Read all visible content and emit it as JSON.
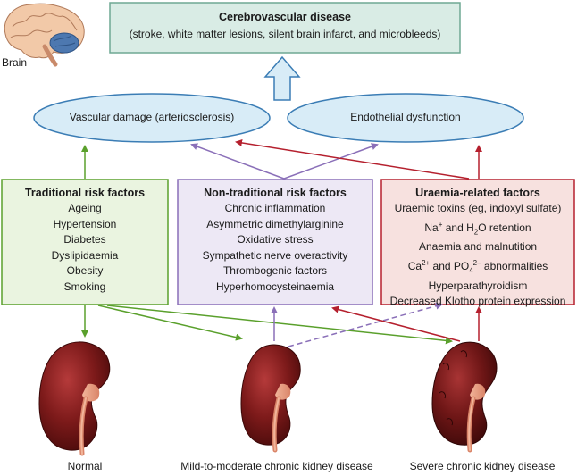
{
  "colors": {
    "green": "#5aa02c",
    "green_fill": "#eaf4e0",
    "purple": "#8a6fb8",
    "purple_fill": "#ede8f5",
    "red": "#b5202e",
    "red_fill": "#f7e1df",
    "teal_fill": "#d9ece5",
    "teal_border": "#6fa894",
    "ellipse_fill": "#d8ecf7",
    "ellipse_border": "#3b7db5"
  },
  "brain": {
    "label": "Brain",
    "icon": "brain-icon"
  },
  "top_box": {
    "title": "Cerebrovascular disease",
    "subtitle": "(stroke, white matter lesions, silent brain infarct, and microbleeds)"
  },
  "ellipses": {
    "left": "Vascular damage (arteriosclerosis)",
    "right": "Endothelial dysfunction"
  },
  "traditional": {
    "title": "Traditional risk factors",
    "items": [
      "Ageing",
      "Hypertension",
      "Diabetes",
      "Dyslipidaemia",
      "Obesity",
      "Smoking"
    ]
  },
  "nontraditional": {
    "title": "Non-traditional risk factors",
    "items": [
      "Chronic inflammation",
      "Asymmetric dimethylarginine",
      "Oxidative stress",
      "Sympathetic nerve overactivity",
      "Thrombogenic factors",
      "Hyperhomocysteinaemia"
    ]
  },
  "uraemia": {
    "title": "Uraemia-related factors",
    "items": {
      "toxins": "Uraemic toxins (eg, indoxyl sulfate)",
      "na_prefix": "Na",
      "na_sup": "+",
      "na_middle": " and H",
      "na_sub": "2",
      "na_suffix": "O retention",
      "anaemia": "Anaemia and malnutition",
      "ca_prefix": "Ca",
      "ca_sup": "2+",
      "ca_middle": " and PO",
      "ca_sub": "4",
      "ca_sup2": "2–",
      "ca_suffix": " abnormalities",
      "hpt": "Hyperparathyroidism",
      "klotho": "Decreased Klotho protein expression"
    }
  },
  "kidneys": {
    "normal": "Normal",
    "mild": "Mild-to-moderate chronic kidney disease",
    "severe": "Severe chronic kidney disease"
  }
}
